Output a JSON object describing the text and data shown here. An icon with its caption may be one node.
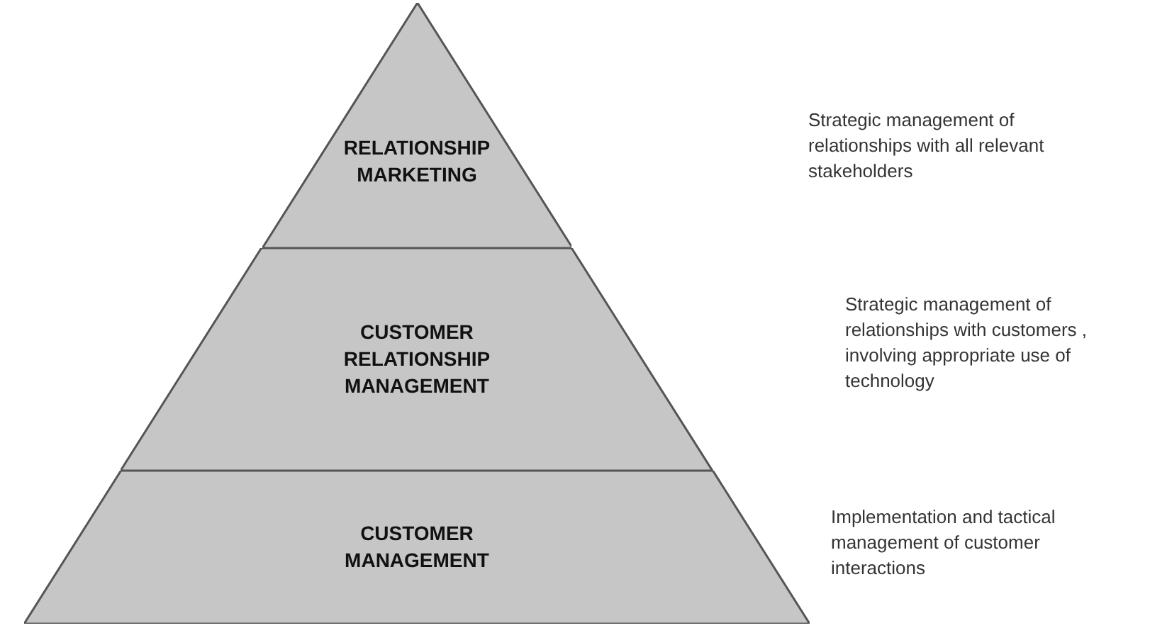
{
  "diagram": {
    "nodes": [
      {
        "text": [
          "RELATIONSHIP MARKETING"
        ]
      },
      {
        "text": [
          "CUSTOMER RELATIONSHIP MANAGEMENT"
        ]
      },
      {
        "text": [
          "CUSTOMER MANAGEMENT"
        ]
      }
    ],
    "labels": [
      "Strategic management of relationships with all relevant stakeholders",
      "Strategic management of relationships with customers , involving appropriate use of technology",
      "Implementation and tactical management of customer interactions"
    ]
  }
}
